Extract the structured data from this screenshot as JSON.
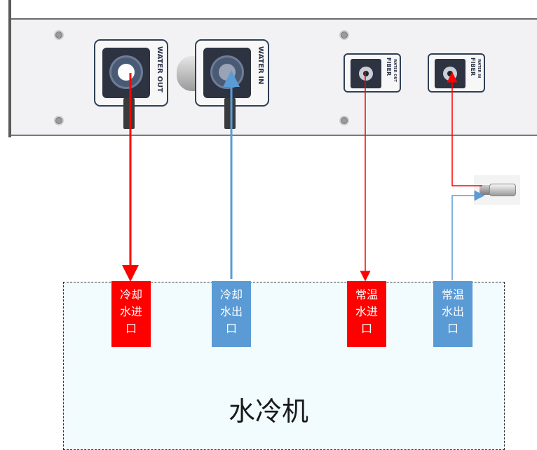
{
  "panel": {
    "ports": [
      {
        "id": "water-out",
        "label": "WATER OUT"
      },
      {
        "id": "water-in",
        "label": "WATER IN"
      },
      {
        "id": "fiber-out",
        "label": "FIBER",
        "sublabel": "WATER OUT"
      },
      {
        "id": "fiber-in",
        "label": "FIBER",
        "sublabel": "WATER IN"
      }
    ]
  },
  "chiller": {
    "title": "水冷机",
    "connectors": [
      {
        "id": "cold-in",
        "lines": [
          "冷却",
          "水进",
          "口"
        ],
        "color": "#ff0000"
      },
      {
        "id": "cold-out",
        "lines": [
          "冷却",
          "水出",
          "口"
        ],
        "color": "#5b9bd5"
      },
      {
        "id": "normal-in",
        "lines": [
          "常温",
          "水进",
          "口"
        ],
        "color": "#ff0000"
      },
      {
        "id": "normal-out",
        "lines": [
          "常温",
          "水出",
          "口"
        ],
        "color": "#5b9bd5"
      }
    ]
  },
  "colors": {
    "hot_line": "#ff0000",
    "cold_line": "#5b9bd5",
    "panel_border": "#2f3f55"
  }
}
